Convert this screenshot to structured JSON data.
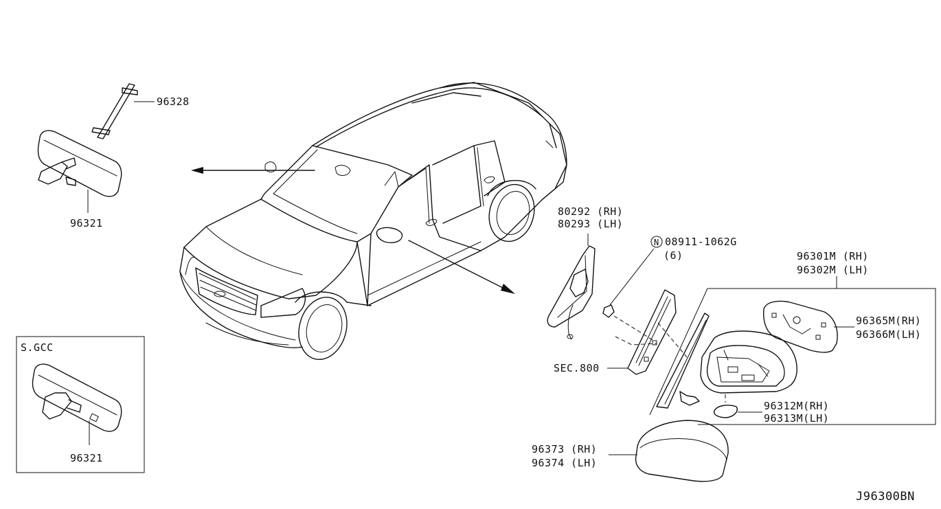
{
  "diagram_id": "J96300BN",
  "parts": {
    "bracket": "96328",
    "mirror_inside": "96321",
    "mirror_inside_sgcc": "96321",
    "sgcc_label": "S.GCC",
    "corner_cover_rh": "80292 (RH)",
    "corner_cover_lh": "80293 (LH)",
    "nut_part": "08911-1062G",
    "nut_qty": "(6)",
    "nut_symbol": "N",
    "sec_ref": "SEC.800",
    "mirror_assy_rh": "96301M (RH)",
    "mirror_assy_lh": "96302M (LH)",
    "glass_rh": "96365M(RH)",
    "glass_lh": "96366M(LH)",
    "lamp_rh": "96312M(RH)",
    "lamp_lh": "96313M(LH)",
    "cap_rh": "96373 (RH)",
    "cap_lh": "96374 (LH)"
  }
}
